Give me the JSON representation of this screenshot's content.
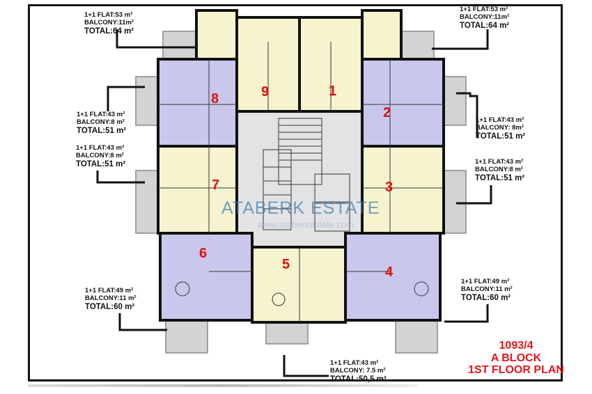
{
  "plan": {
    "title_lines": [
      "1093/4",
      "A BLOCK",
      "1ST FLOOR PLAN"
    ],
    "watermark": "ATABERK ESTATE",
    "watermark_url": "www.ataberkestate.com",
    "colors": {
      "purple_unit": "#c9c8ec",
      "yellow_unit": "#f6f4cf",
      "common": "#e3e3e6",
      "balcony": "#d3d3d3",
      "title": "#e8141c"
    },
    "unit_numbers": [
      "1",
      "2",
      "3",
      "4",
      "5",
      "6",
      "7",
      "8",
      "9"
    ],
    "specs": [
      {
        "flat": "1+1 FLAT:53 m²",
        "balcony": "BALCONY:11m²",
        "total": "TOTAL:64 m²"
      },
      {
        "flat": "1+1 FLAT:53 m²",
        "balcony": "BALCONY:11m²",
        "total": "TOTAL:64 m²"
      },
      {
        "flat": "1+1 FLAT:43 m²",
        "balcony": "BALCONY:8 m²",
        "total": "TOTAL:51 m²"
      },
      {
        "flat": "1+1 FLAT:43 m²",
        "balcony": "BALCONY: 8m²",
        "total": "TOTAL:51 m²"
      },
      {
        "flat": "1+1 FLAT:43 m²",
        "balcony": "BALCONY:8 m²",
        "total": "TOTAL:51 m²"
      },
      {
        "flat": "1+1 FLAT:43 m²",
        "balcony": "BALCONY:8 m²",
        "total": "TOTAL:51 m²"
      },
      {
        "flat": "1+1 FLAT:49 m²",
        "balcony": "BALCONY:11 m²",
        "total": "TOTAL:60 m²"
      },
      {
        "flat": "1+1 FLAT:49 m²",
        "balcony": "BALCONY:11 m²",
        "total": "TOTAL:60 m²"
      },
      {
        "flat": "1+1 FLAT:43 m²",
        "balcony": "BALCONY: 7.5 m²",
        "total": "TOTAL:50,5 m²"
      }
    ]
  }
}
